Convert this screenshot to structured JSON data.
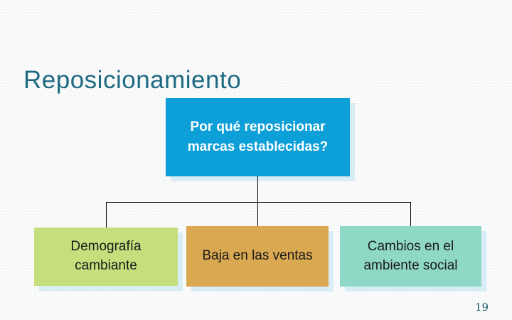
{
  "slide": {
    "title": "Reposicionamiento",
    "page_number": "19",
    "background_color": "#fbfbfb"
  },
  "colors": {
    "title_text": "#1e6a82",
    "root_text": "#ffffff",
    "child_text": "#1a1a1a",
    "box_shadow": "#d9edf7",
    "connector_line": "#000000",
    "page_number_text": "#1d5c72"
  },
  "diagram": {
    "type": "hierarchy",
    "root": {
      "label": "Por qué reposicionar marcas establecidas?",
      "fill": "#0c9fd8"
    },
    "children": [
      {
        "label": "Demografía cambiante",
        "fill": "#c5df7d"
      },
      {
        "label": "Baja en las ventas",
        "fill": "#d9a851"
      },
      {
        "label": "Cambios en el ambiente social",
        "fill": "#8fd8c6"
      }
    ]
  }
}
